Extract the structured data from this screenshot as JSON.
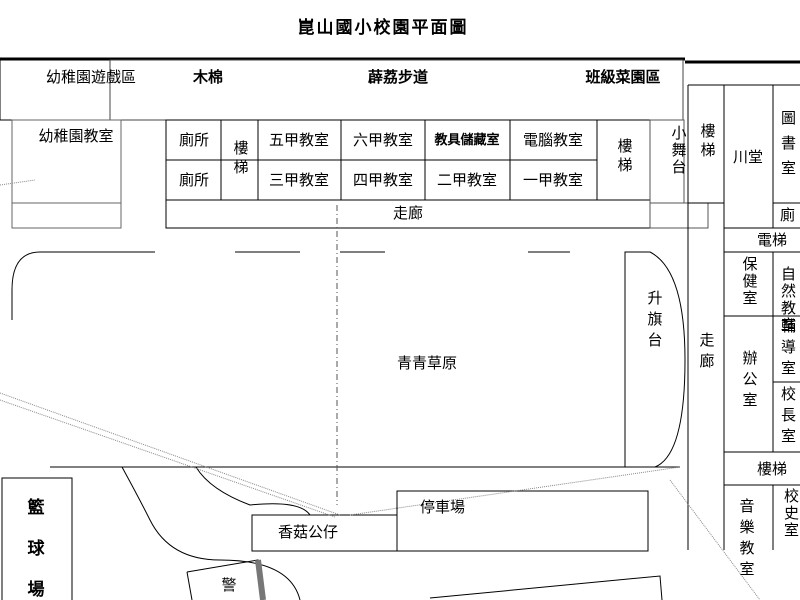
{
  "title": "崑山國小校園平面圖",
  "top_areas": {
    "kindergarten_play": "幼稚園遊戲區",
    "kapok": "木棉",
    "path": "薜荔步道",
    "garden": "班級菜園區"
  },
  "kindergarten_room": "幼稚園教室",
  "classrooms": {
    "toilet1": "廁所",
    "toilet2": "廁所",
    "stairs_left": "樓梯",
    "row1": [
      "五甲教室",
      "六甲教室",
      "教具儲藏室",
      "電腦教室"
    ],
    "row2": [
      "三甲教室",
      "四甲教室",
      "二甲教室",
      "一甲教室"
    ],
    "stairs_right": "樓梯",
    "corridor": "走廊",
    "small_stage": "小舞台"
  },
  "right_building": {
    "stairs_top": "樓梯",
    "hall": "川堂",
    "library": "圖書室",
    "toilet": "廁",
    "elevator": "電梯",
    "health": "保健室",
    "science": "自然教室",
    "office": "辦公室",
    "counseling": "輔導室",
    "principal": "校長室",
    "stairs_bottom": "樓梯",
    "music": "音樂教室",
    "history": "校史室",
    "corridor": "走廊"
  },
  "field": {
    "grass": "青青草原",
    "flag_stage": "升旗台"
  },
  "bottom": {
    "parking": "停車場",
    "mushroom": "香菇公仔",
    "basketball": "籃球場",
    "guard": "警"
  }
}
